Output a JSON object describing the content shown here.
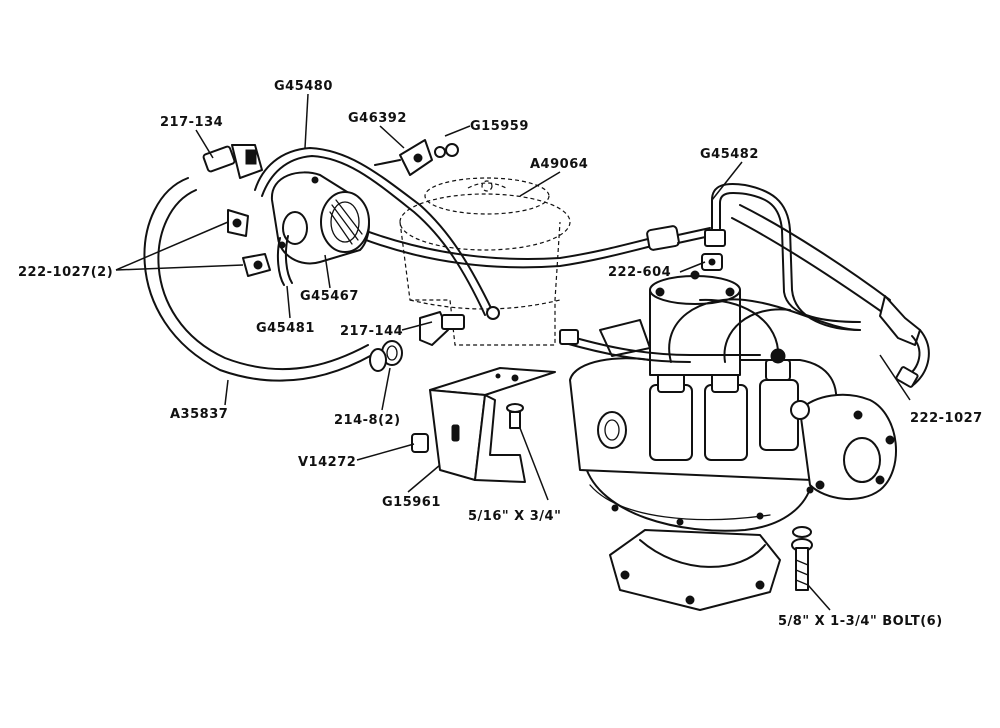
{
  "labels": {
    "p_217_134": "217-134",
    "p_g45480": "G45480",
    "p_g46392": "G46392",
    "p_g15959": "G15959",
    "p_a49064": "A49064",
    "p_g45482": "G45482",
    "p_222_1027_2": "222-1027(2)",
    "p_222_604": "222-604",
    "p_g45467": "G45467",
    "p_g45481": "G45481",
    "p_217_144": "217-144",
    "p_a35837": "A35837",
    "p_214_8_2": "214-8(2)",
    "p_v14272": "V14272",
    "p_g15961": "G15961",
    "p_5_16_bolt": "5/16\" X 3/4\"",
    "p_222_1027": "222-1027",
    "p_5_8_bolt": "5/8\" X 1-3/4\" BOLT(6)"
  }
}
